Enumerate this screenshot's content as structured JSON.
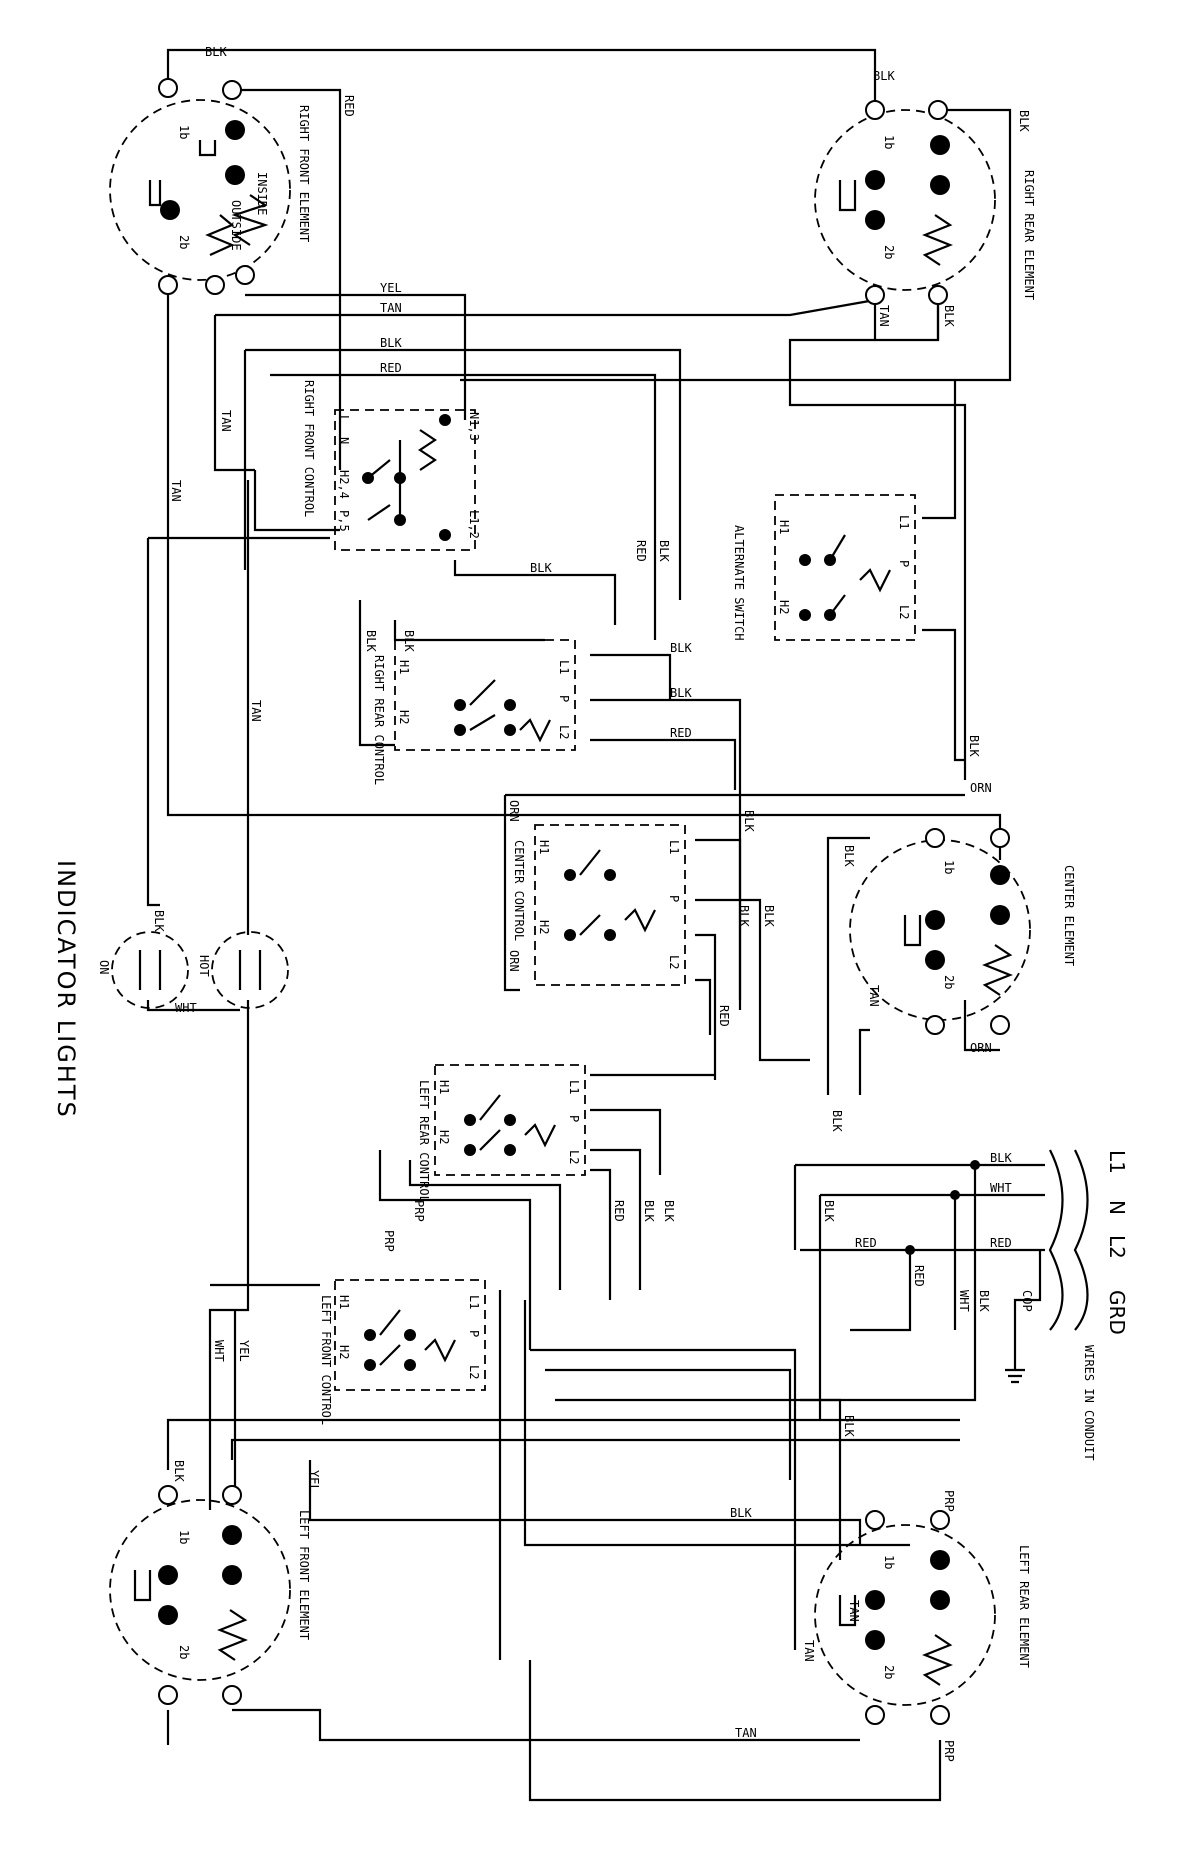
{
  "wire_colors": {
    "blk": "BLK",
    "red": "RED",
    "yel": "YEL",
    "tan": "TAN",
    "wht": "WHT",
    "orn": "ORN",
    "prp": "PRP",
    "cop": "COP"
  },
  "terminals": {
    "1b": "1b",
    "2b": "2b",
    "h1": "H1",
    "h2": "H2",
    "l1": "L1",
    "l2": "L2",
    "p": "P",
    "n1_3": "N1,3",
    "h2_4": "H2,4",
    "p_5": "P,5",
    "l1_2": "L1,2",
    "n": "N",
    "l": "L"
  },
  "components": {
    "right_front_element": "RIGHT FRONT ELEMENT",
    "right_rear_element": "RIGHT REAR ELEMENT",
    "right_front_control": "RIGHT FRONT CONTROL",
    "alternate_switch": "ALTERNATE SWITCH",
    "right_rear_control": "RIGHT REAR CONTROL",
    "center_control": "CENTER CONTROL",
    "center_element": "CENTER ELEMENT",
    "left_rear_control": "LEFT REAR CONTROL",
    "left_front_control": "LEFT FRONT CONTROL",
    "left_front_element": "LEFT FRONT ELEMENT",
    "left_rear_element": "LEFT REAR ELEMENT",
    "indicator_on": "ON",
    "indicator_hot": "HOT",
    "inside": "INSIDE",
    "outside": "OUTSIDE"
  },
  "indicator_title": "INDICATOR LIGHTS",
  "supply": {
    "l1": "L1",
    "n": "N",
    "l2": "L2",
    "grd": "GRD",
    "conduit": "WIRES IN CONDUIT"
  },
  "colors": {
    "ink": "#000000",
    "paper": "#ffffff"
  }
}
